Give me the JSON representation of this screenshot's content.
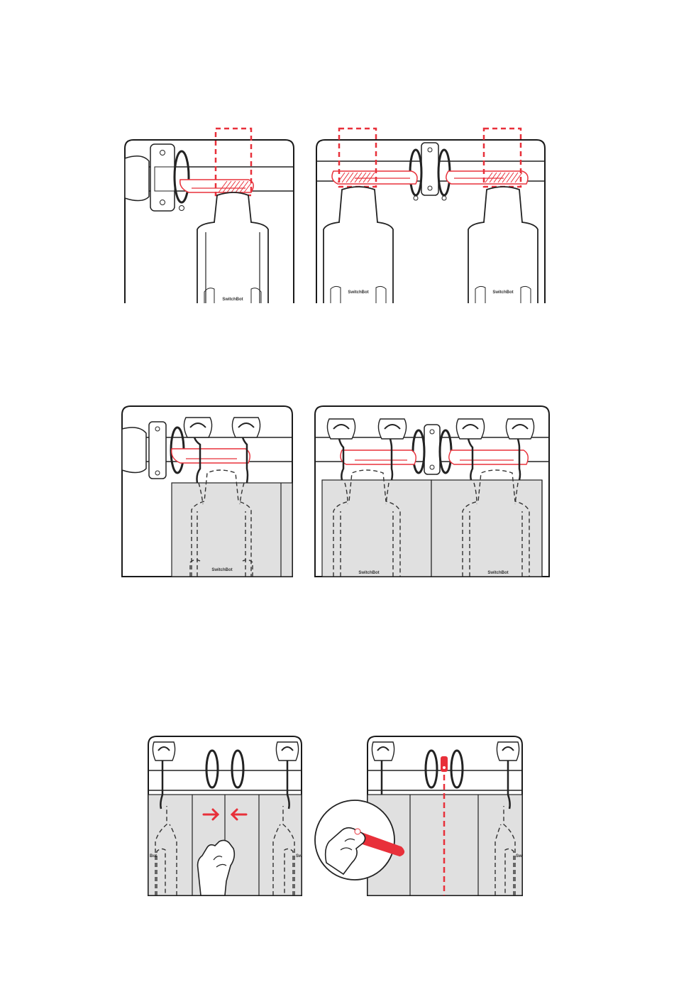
{
  "brand_label": "SwitchBot",
  "colors": {
    "accent": "#e8303a",
    "line": "#222222",
    "curtain": "#e0e0e0",
    "frame": "#1a1a1a"
  },
  "panels": [
    {
      "name": "single-bot-on-rod",
      "labels": [
        "SwitchBot"
      ]
    },
    {
      "name": "two-bots-on-rod",
      "labels": [
        "SwitchBot",
        "SwitchBot"
      ]
    },
    {
      "name": "single-bot-behind-curtain",
      "labels": [
        "SwitchBot"
      ]
    },
    {
      "name": "two-bots-behind-curtains",
      "labels": [
        "SwitchBot",
        "SwitchBot"
      ]
    },
    {
      "name": "pull-curtains-together",
      "labels": [
        "Bot",
        "Sw"
      ]
    },
    {
      "name": "apply-magnetic-strip",
      "labels": [
        "Sw"
      ]
    }
  ]
}
